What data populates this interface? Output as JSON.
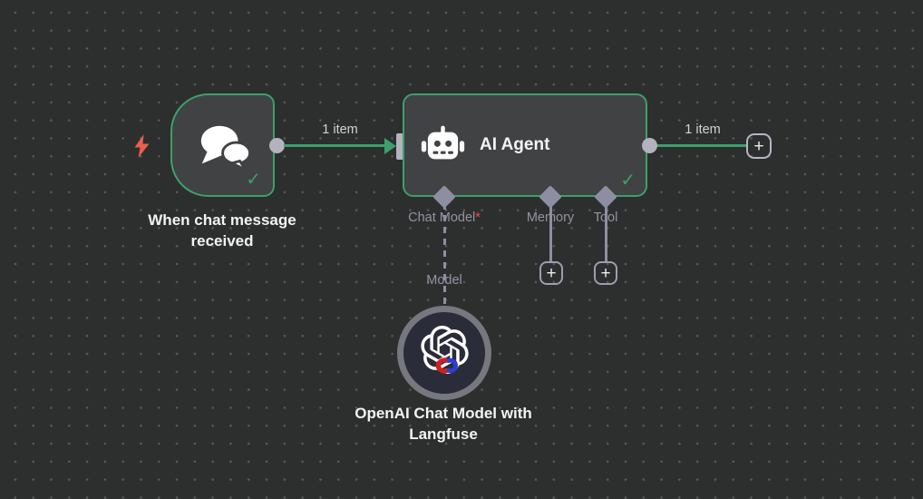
{
  "canvas": {
    "background": "#2d2e2e",
    "dot_color": "#5a5a5a"
  },
  "colors": {
    "node_fill": "#414244",
    "success_green": "#3da06c",
    "port_gray": "#b3b3bf",
    "endpoint_gray": "#8e8ea3",
    "label_gray": "#9494a0",
    "required_red": "#e9544f",
    "trigger_bolt_red": "#e9604e",
    "model_ring_gray": "#77777f",
    "model_fill_navy": "#2b2c3a",
    "title_white": "#f3f3f3"
  },
  "icons": {
    "check_glyph": "✓",
    "plus_glyph": "+",
    "trigger_bolt": "lightning-bolt",
    "trigger_icon": "chat-bubbles",
    "agent_icon": "robot",
    "model_icon": "openai-logo-with-langfuse-overlay"
  },
  "trigger_node": {
    "title": "When chat message received",
    "status": "success"
  },
  "agent_node": {
    "title": "AI Agent",
    "status": "success",
    "sub_connectors": [
      {
        "label": "Chat Model",
        "required_marker": "*"
      },
      {
        "label": "Memory"
      },
      {
        "label": "Tool"
      }
    ]
  },
  "model_node": {
    "title": "OpenAI Chat Model with Langfuse",
    "port_label": "Model"
  },
  "connections": {
    "trigger_to_agent_label": "1 item",
    "agent_output_label": "1 item"
  }
}
